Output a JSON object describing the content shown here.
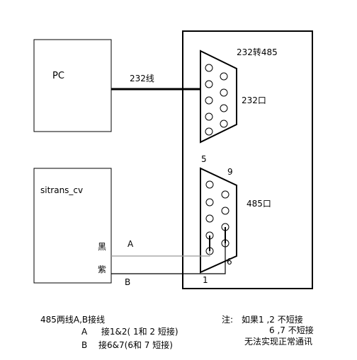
{
  "boxes": {
    "pc_label": "PC",
    "sitrans_label": "sitrans_cv",
    "converter_title": "232转485"
  },
  "labels": {
    "cable_232": "232线",
    "port_232": "232口",
    "port_485": "485口",
    "pin_5": "5",
    "pin_9": "9",
    "pin_6": "6",
    "pin_1": "1",
    "wire_black": "黑",
    "wire_purple": "紫",
    "wire_a": "A",
    "wire_b": "B"
  },
  "notes_left": {
    "title": "485两线A,B接线",
    "line_a": "A　  接1&2( 1和 2 短接)",
    "line_b": "B　 接6&7(6和 7 短接)"
  },
  "notes_right": {
    "line1": "注:　如果1 ,2 不短接",
    "line2": "6 ,7 不短接",
    "line3": "无法实现正常通讯"
  },
  "colors": {
    "line": "#000000",
    "wire_gray": "#999999",
    "connector_fill": "#ffffff"
  }
}
